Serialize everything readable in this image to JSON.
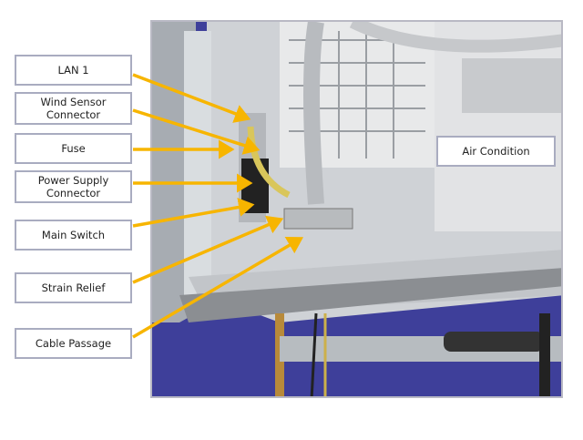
{
  "labels": {
    "lan1": "LAN 1",
    "wind_sensor": "Wind Sensor Connector",
    "fuse": "Fuse",
    "power_supply": "Power Supply Connector",
    "main_switch": "Main Switch",
    "strain_relief": "Strain Relief",
    "cable_passage": "Cable Passage",
    "air_condition": "Air Condition"
  },
  "colors": {
    "arrow": "#f7b500",
    "background_blue": "#3e3f9a",
    "box_border": "#a9acc0"
  }
}
